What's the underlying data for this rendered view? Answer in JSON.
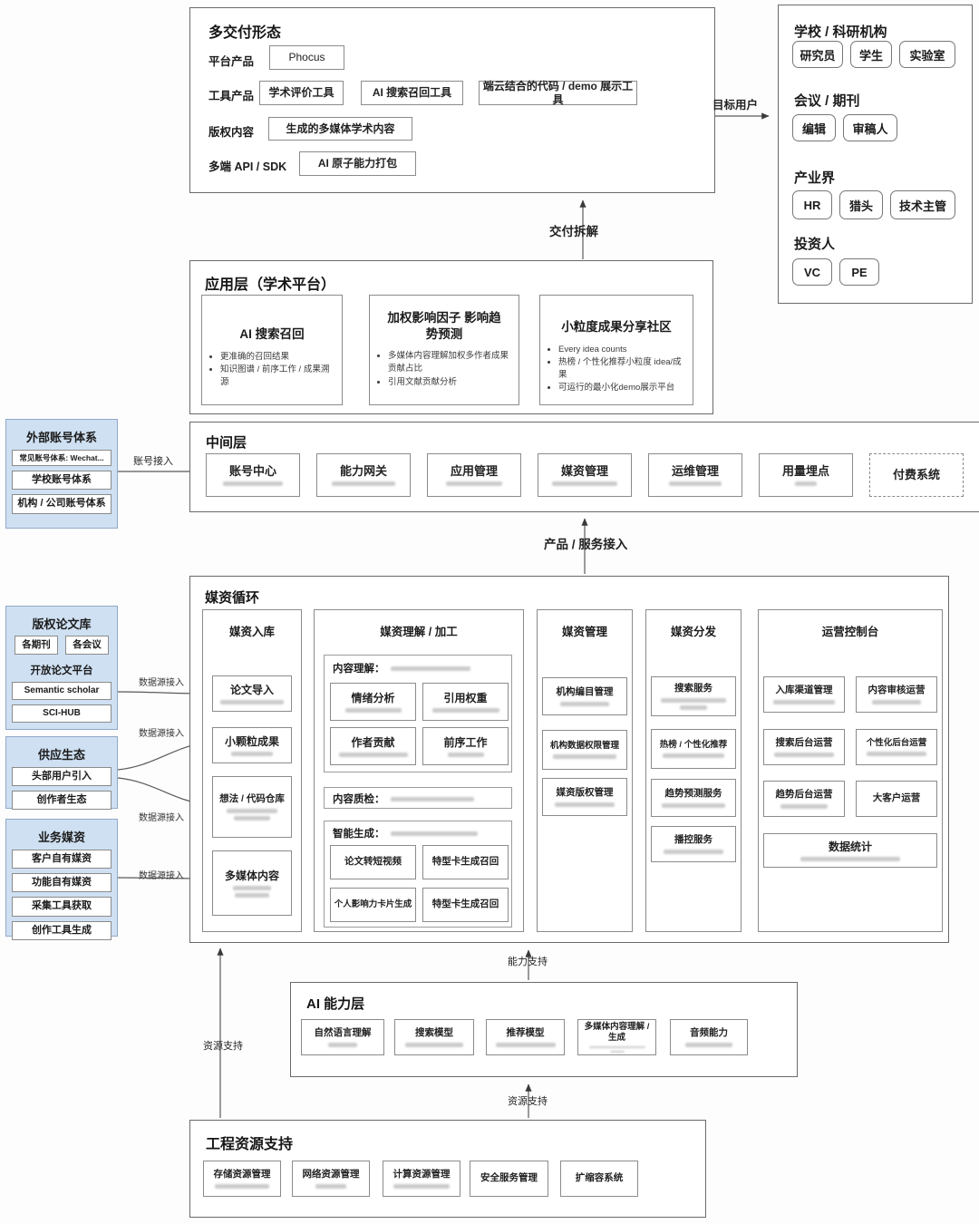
{
  "delivery": {
    "title": "多交付形态",
    "rows": [
      {
        "label": "平台产品",
        "items": [
          "Phocus"
        ]
      },
      {
        "label": "工具产品",
        "items": [
          "学术评价工具",
          "AI 搜索召回工具",
          "端云结合的代码 / demo 展示工具"
        ]
      },
      {
        "label": "版权内容",
        "items": [
          "生成的多媒体学术内容"
        ]
      },
      {
        "label": "多端 API / SDK",
        "items": [
          "AI 原子能力打包"
        ]
      }
    ]
  },
  "audience": {
    "groups": [
      {
        "title": "学校 / 科研机构",
        "items": [
          "研究员",
          "学生",
          "实验室"
        ]
      },
      {
        "title": "会议 / 期刊",
        "items": [
          "编辑",
          "审稿人"
        ]
      },
      {
        "title": "产业界",
        "items": [
          "HR",
          "猎头",
          "技术主管"
        ]
      },
      {
        "title": "投资人",
        "items": [
          "VC",
          "PE"
        ]
      }
    ]
  },
  "app_layer": {
    "title": "应用层（学术平台）",
    "cards": [
      {
        "title": "AI 搜索召回",
        "bullets": [
          "更准确的召回结果",
          "知识图谱 / 前序工作 / 成果溯源"
        ]
      },
      {
        "title": "加权影响因子 影响趋势预测",
        "bullets": [
          "多媒体内容理解加权多作者成果贡献占比",
          "引用文献贡献分析"
        ]
      },
      {
        "title": "小粒度成果分享社区",
        "bullets": [
          "Every idea counts",
          "热榜 / 个性化推荐小粒度 idea/成果",
          "可运行的最小化demo展示平台"
        ]
      }
    ]
  },
  "middle_layer": {
    "title": "中间层",
    "items": [
      "账号中心",
      "能力网关",
      "应用管理",
      "媒资管理",
      "运维管理",
      "用量埋点",
      "付费系统"
    ]
  },
  "external_accounts": {
    "title": "外部账号体系",
    "items": [
      "常见账号体系: Wechat...",
      "学校账号体系",
      "机构 / 公司账号体系"
    ]
  },
  "paper_library": {
    "title": "版权论文库",
    "tags": [
      "各期刊",
      "各会议"
    ],
    "open_label": "开放论文平台",
    "platforms": [
      "Semantic scholar",
      "SCI-HUB"
    ]
  },
  "supply_eco": {
    "title": "供应生态",
    "items": [
      "头部用户引入",
      "创作者生态"
    ]
  },
  "biz_media": {
    "title": "业务媒资",
    "items": [
      "客户自有媒资",
      "功能自有媒资",
      "采集工具获取",
      "创作工具生成"
    ]
  },
  "media_cycle": {
    "title": "媒资循环",
    "ingest": {
      "title": "媒资入库",
      "items": [
        "论文导入",
        "小颗粒成果",
        "想法 / 代码仓库",
        "多媒体内容"
      ]
    },
    "understanding": {
      "title": "媒资理解 / 加工",
      "sections": [
        {
          "label": "内容理解：",
          "items": [
            "情绪分析",
            "引用权重",
            "作者贡献",
            "前序工作"
          ]
        },
        {
          "label": "内容质检：",
          "items": []
        },
        {
          "label": "智能生成：",
          "items": [
            "论文转短视频",
            "特型卡生成召回",
            "个人影响力卡片生成",
            "特型卡生成召回"
          ]
        }
      ]
    },
    "management": {
      "title": "媒资管理",
      "items": [
        "机构编目管理",
        "机构数据权限管理",
        "媒资版权管理"
      ]
    },
    "distribution": {
      "title": "媒资分发",
      "items": [
        "搜索服务",
        "热榜 / 个性化推荐",
        "趋势预测服务",
        "播控服务"
      ]
    },
    "ops_console": {
      "title": "运营控制台",
      "items": [
        "入库渠道管理",
        "内容审核运营",
        "搜索后台运营",
        "个性化后台运营",
        "趋势后台运营",
        "大客户运营"
      ],
      "wide_item": "数据统计"
    }
  },
  "ai_layer": {
    "title": "AI 能力层",
    "items": [
      "自然语言理解",
      "搜索模型",
      "推荐模型",
      "多媒体内容理解 / 生成",
      "音频能力"
    ]
  },
  "infra_layer": {
    "title": "工程资源支持",
    "items": [
      "存储资源管理",
      "网络资源管理",
      "计算资源管理",
      "安全服务管理",
      "扩缩容系统"
    ]
  },
  "connectors": {
    "target_user": "目标用户",
    "delivery_split": "交付拆解",
    "account_in": "账号接入",
    "product_in": "产品 / 服务接入",
    "datasource_in": "数据源接入",
    "capability": "能力支持",
    "resource": "资源支持"
  }
}
